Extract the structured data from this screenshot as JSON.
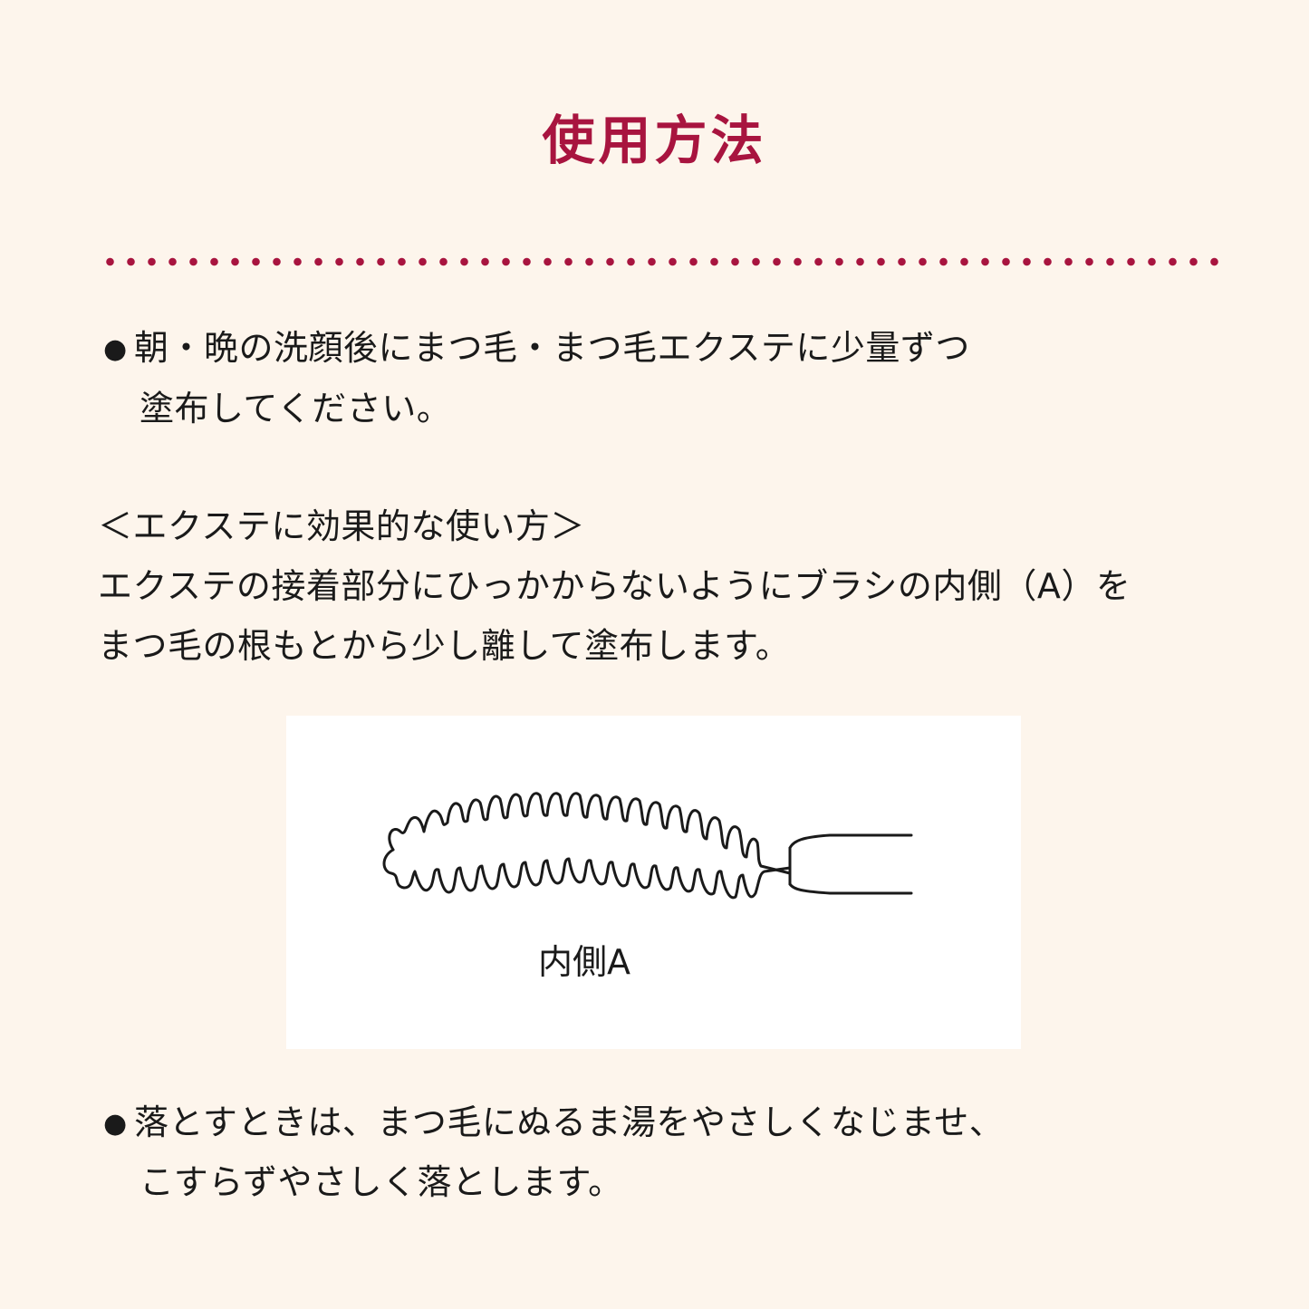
{
  "header": {
    "title": "使用方法"
  },
  "colors": {
    "background": "#fdf5ec",
    "accent": "#a8143f",
    "text": "#1a1a1a",
    "figure_background": "#ffffff"
  },
  "instructions": {
    "step1": {
      "bullet": "●",
      "line1": "朝・晩の洗顔後にまつ毛・まつ毛エクステに少量ずつ",
      "line2": "塗布してください。"
    },
    "extension_tip": {
      "heading": "＜エクステに効果的な使い方＞",
      "line1": "エクステの接着部分にひっかからないようにブラシの内側（A）を",
      "line2": "まつ毛の根もとから少し離して塗布します。"
    },
    "figure": {
      "icon": "mascara-brush-icon",
      "caption": "内側A"
    },
    "step2": {
      "bullet": "●",
      "line1": "落とすときは、まつ毛にぬるま湯をやさしくなじませ、",
      "line2": "こすらずやさしく落とします。"
    }
  }
}
